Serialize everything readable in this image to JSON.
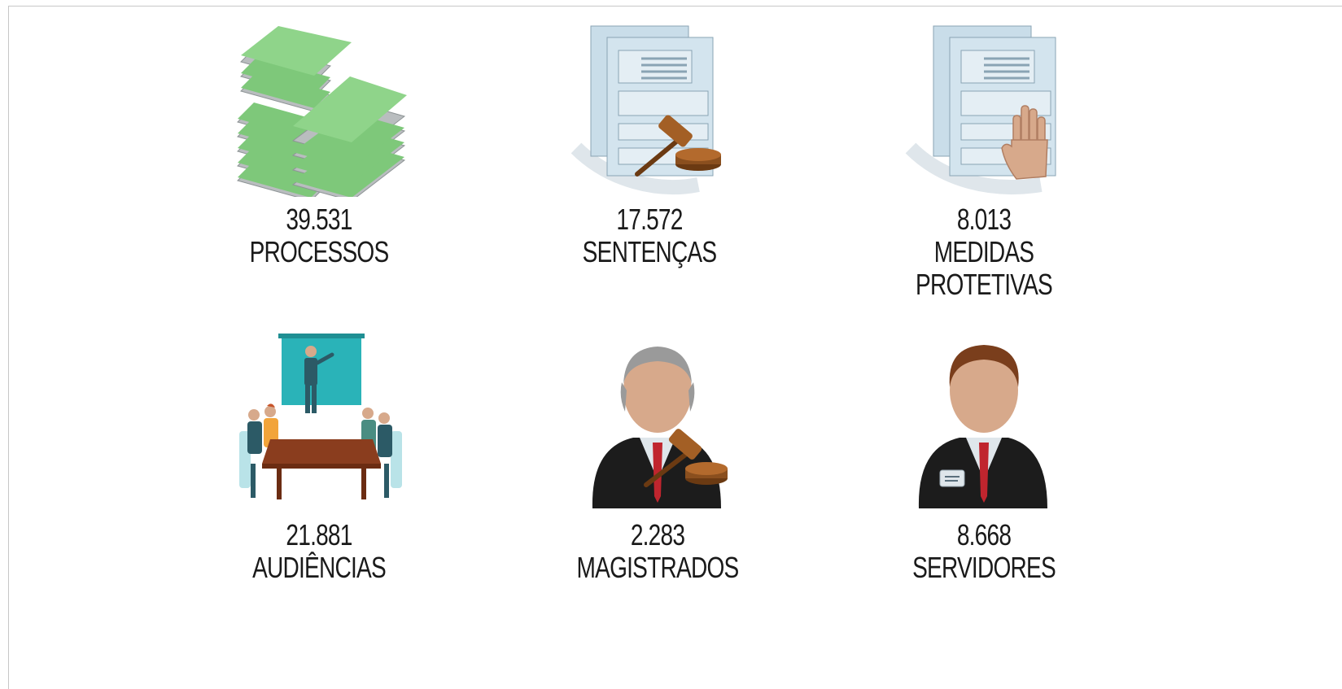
{
  "stats": [
    {
      "value": "39.531",
      "label": "PROCESSOS",
      "icon": "stacked-folders-icon"
    },
    {
      "value": "17.572",
      "label": "SENTENÇAS",
      "icon": "document-gavel-icon"
    },
    {
      "value": "8.013",
      "label": "MEDIDAS PROTETIVAS",
      "icon": "document-hand-icon"
    },
    {
      "value": "21.881",
      "label": "AUDIÊNCIAS",
      "icon": "meeting-icon"
    },
    {
      "value": "2.283",
      "label": "MAGISTRADOS",
      "icon": "judge-icon"
    },
    {
      "value": "8.668",
      "label": "SERVIDORES",
      "icon": "employee-icon"
    }
  ],
  "colors": {
    "folder_green": "#7ec87a",
    "document_blue": "#c9dde9",
    "gavel_brown": "#8a4f1e",
    "board_teal": "#2ab3b8",
    "suit_black": "#1c1c1c",
    "tie_red": "#c0252e",
    "skin": "#d7a98b",
    "text": "#1a1a1a"
  }
}
